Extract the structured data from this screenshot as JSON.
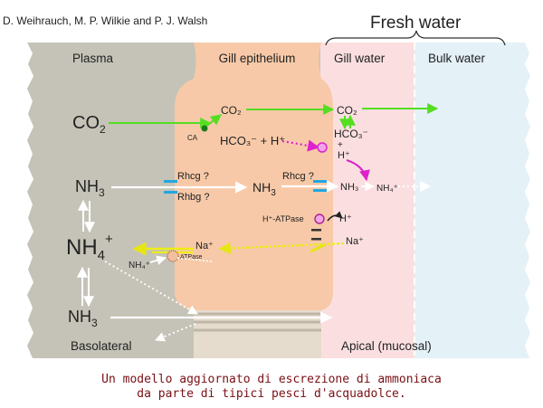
{
  "authors": "D. Weihrauch, M. P. Wilkie and P. J. Walsh",
  "headings": {
    "fresh_water": "Fresh water",
    "plasma": "Plasma",
    "gill_epithelium": "Gill epithelium",
    "gill_water": "Gill water",
    "bulk_water": "Bulk water",
    "basolateral": "Basolateral",
    "apical": "Apical (mucosal)"
  },
  "plasma_labels": {
    "co2_main": "CO",
    "co2_sub": "2",
    "nh3_main": "NH",
    "nh3_sub": "3",
    "nh4_main": "NH",
    "nh4_sub": "4",
    "nh4_sup": "+",
    "nh3_low_main": "NH",
    "nh3_low_sub": "3"
  },
  "cell_labels": {
    "co2": "CO₂",
    "ca": "CA",
    "hco3_h": "HCO₃⁻ + H⁺",
    "rhcg_baso": "Rhcg ?",
    "rhbg": "Rhbg ?",
    "nh3_cell_main": "NH",
    "nh3_cell_sub": "3",
    "rhcg_apical": "Rhcg ?",
    "h_atpase": "H⁺-ATPase",
    "h_cell": "H⁺",
    "na_cell": "Na⁺",
    "na_water": "Na⁺",
    "nh4_baso": "NH₄⁺",
    "atpase": "ATPase"
  },
  "water_labels": {
    "co2": "CO₂",
    "hco3": "HCO₃⁻",
    "plus": "+",
    "h": "H⁺",
    "nh3": "NH₃",
    "nh4": "NH₄⁺"
  },
  "caption": {
    "line1": "Un modello aggiornato di escrezione di ammoniaca",
    "line2": "da parte di tipici pesci d'acquadolce."
  },
  "colors": {
    "plasma": "#c5c3b8",
    "cell": "#f7c9a8",
    "gill_water": "#fbdfe0",
    "bulk_water": "#e4f1f7",
    "co2_arrow": "#55dd22",
    "proton_arrow": "#dd22cc",
    "sodium_arrow": "#eeee11",
    "caption": "#7a0f14"
  }
}
